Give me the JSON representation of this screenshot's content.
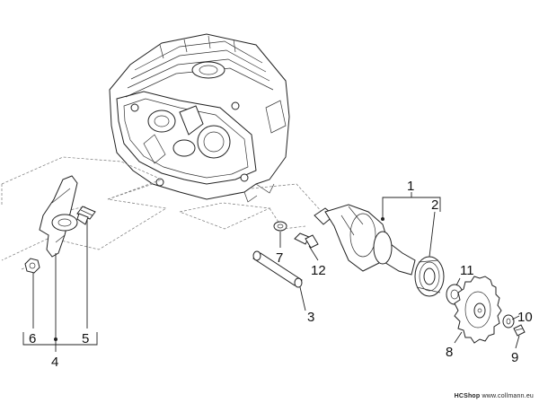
{
  "labels": {
    "p1": "1",
    "p2": "2",
    "p3": "3",
    "p4": "4",
    "p5": "5",
    "p6": "6",
    "p7": "7",
    "p8": "8",
    "p9": "9",
    "p10": "10",
    "p11": "11",
    "p12": "12"
  },
  "footer": {
    "shop": "HCShop",
    "site": "www.collmann.eu"
  }
}
